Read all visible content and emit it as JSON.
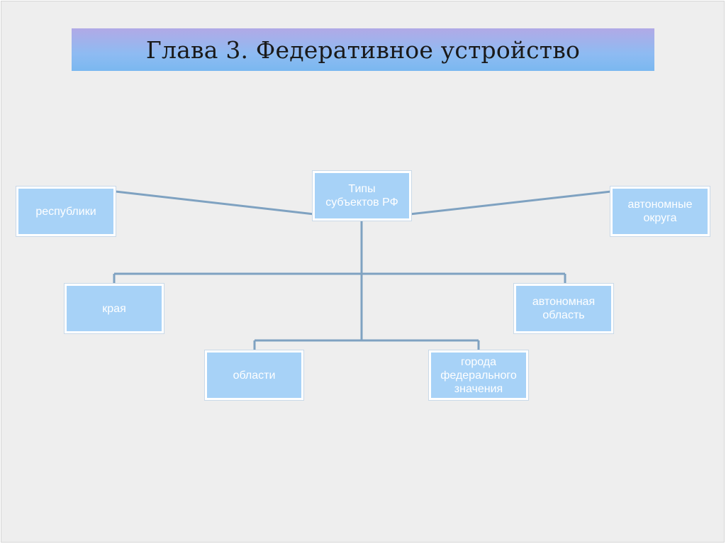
{
  "title": "Глава 3. Федеративное устройство",
  "diagram": {
    "root": "Типы\nсубъектов РФ",
    "nodes": {
      "republics": "республики",
      "autonomous_okrugs": "автономные\nокруга",
      "krais": "края",
      "autonomous_oblast": "автономная\nобласть",
      "oblasts": "области",
      "federal_cities": "города\nфедерального\nзначения"
    }
  },
  "colors": {
    "title_gradient_top": "#b1a9e6",
    "title_gradient_bottom": "#7ab8f0",
    "box_fill": "#a7d2f7",
    "connector": "#7fa2c1",
    "background": "#eeeeee"
  }
}
